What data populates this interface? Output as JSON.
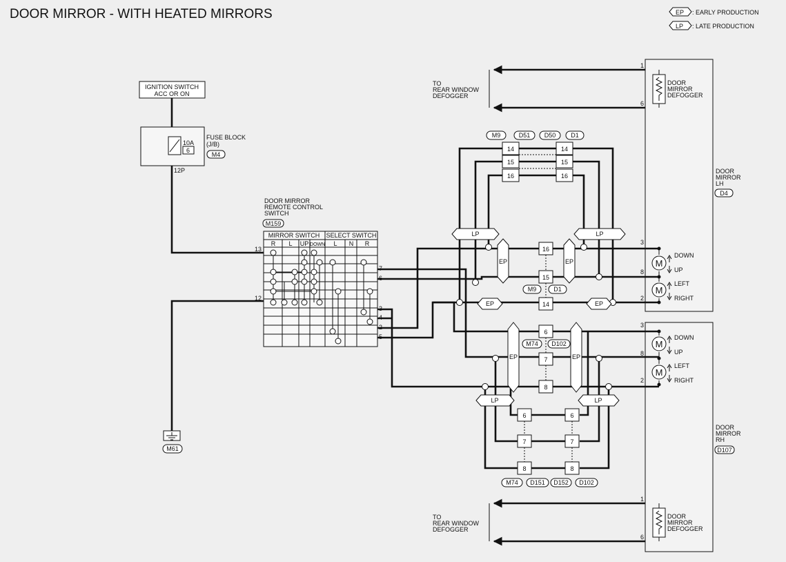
{
  "title": "DOOR MIRROR - WITH HEATED MIRRORS",
  "legend": {
    "ep_tag": "EP",
    "ep_text": ": EARLY PRODUCTION",
    "lp_tag": "LP",
    "lp_text": ": LATE PRODUCTION"
  },
  "ignition": {
    "line1": "IGNITION SWITCH",
    "line2": "ACC OR ON"
  },
  "fuse": {
    "rating": "10A",
    "number": "6",
    "label1": "FUSE BLOCK",
    "label2": "(J/B)",
    "connector": "M4",
    "pin": "12P"
  },
  "rcs": {
    "line1": "DOOR MIRROR",
    "line2": "REMOTE CONTROL",
    "line3": "SWITCH",
    "connector": "M159",
    "mirror_switch": "MIRROR SWITCH",
    "select_switch": "SELECT SWITCH",
    "cols": [
      "R",
      "L",
      "UP",
      "DOWN",
      "L",
      "N",
      "R"
    ],
    "pins": {
      "p13": "13",
      "p12": "12",
      "p7": "7",
      "p6": "6",
      "p3": "3",
      "p4": "4",
      "p2": "2",
      "p5": "5"
    }
  },
  "ground": {
    "connector": "M61"
  },
  "rear_defogger": {
    "line1": "TO",
    "line2": "REAR WINDOW",
    "line3": "DEFOGGER"
  },
  "defogger_label": {
    "line1": "DOOR",
    "line2": "MIRROR",
    "line3": "DEFOGGER"
  },
  "mirror_lh": {
    "line1": "DOOR",
    "line2": "MIRROR",
    "line3": "LH",
    "connector": "D4"
  },
  "mirror_rh": {
    "line1": "DOOR",
    "line2": "MIRROR",
    "line3": "RH",
    "connector": "D107"
  },
  "motor_labels": {
    "down": "DOWN",
    "up": "UP",
    "left": "LEFT",
    "right": "RIGHT",
    "motor": "M"
  },
  "lh_pins": {
    "d1": "1",
    "d6": "6",
    "m3": "3",
    "m8": "8",
    "m2": "2"
  },
  "rh_pins": {
    "d1": "1",
    "d6": "6",
    "m3": "3",
    "m8": "8",
    "m2": "2"
  },
  "conn_top": [
    "M9",
    "D51",
    "D50",
    "D1"
  ],
  "conn_lh_mid": [
    "M9",
    "D1"
  ],
  "conn_rh_mid": [
    "M74",
    "D102"
  ],
  "conn_bot": [
    "M74",
    "D151",
    "D152",
    "D102"
  ],
  "pins_top": [
    "14",
    "15",
    "16"
  ],
  "pins_lh_mid": [
    "16",
    "15",
    "14"
  ],
  "pins_rh_mid": [
    "6",
    "7",
    "8"
  ],
  "pins_bot": [
    "6",
    "7",
    "8"
  ],
  "tags": {
    "lp": "LP",
    "ep": "EP"
  }
}
